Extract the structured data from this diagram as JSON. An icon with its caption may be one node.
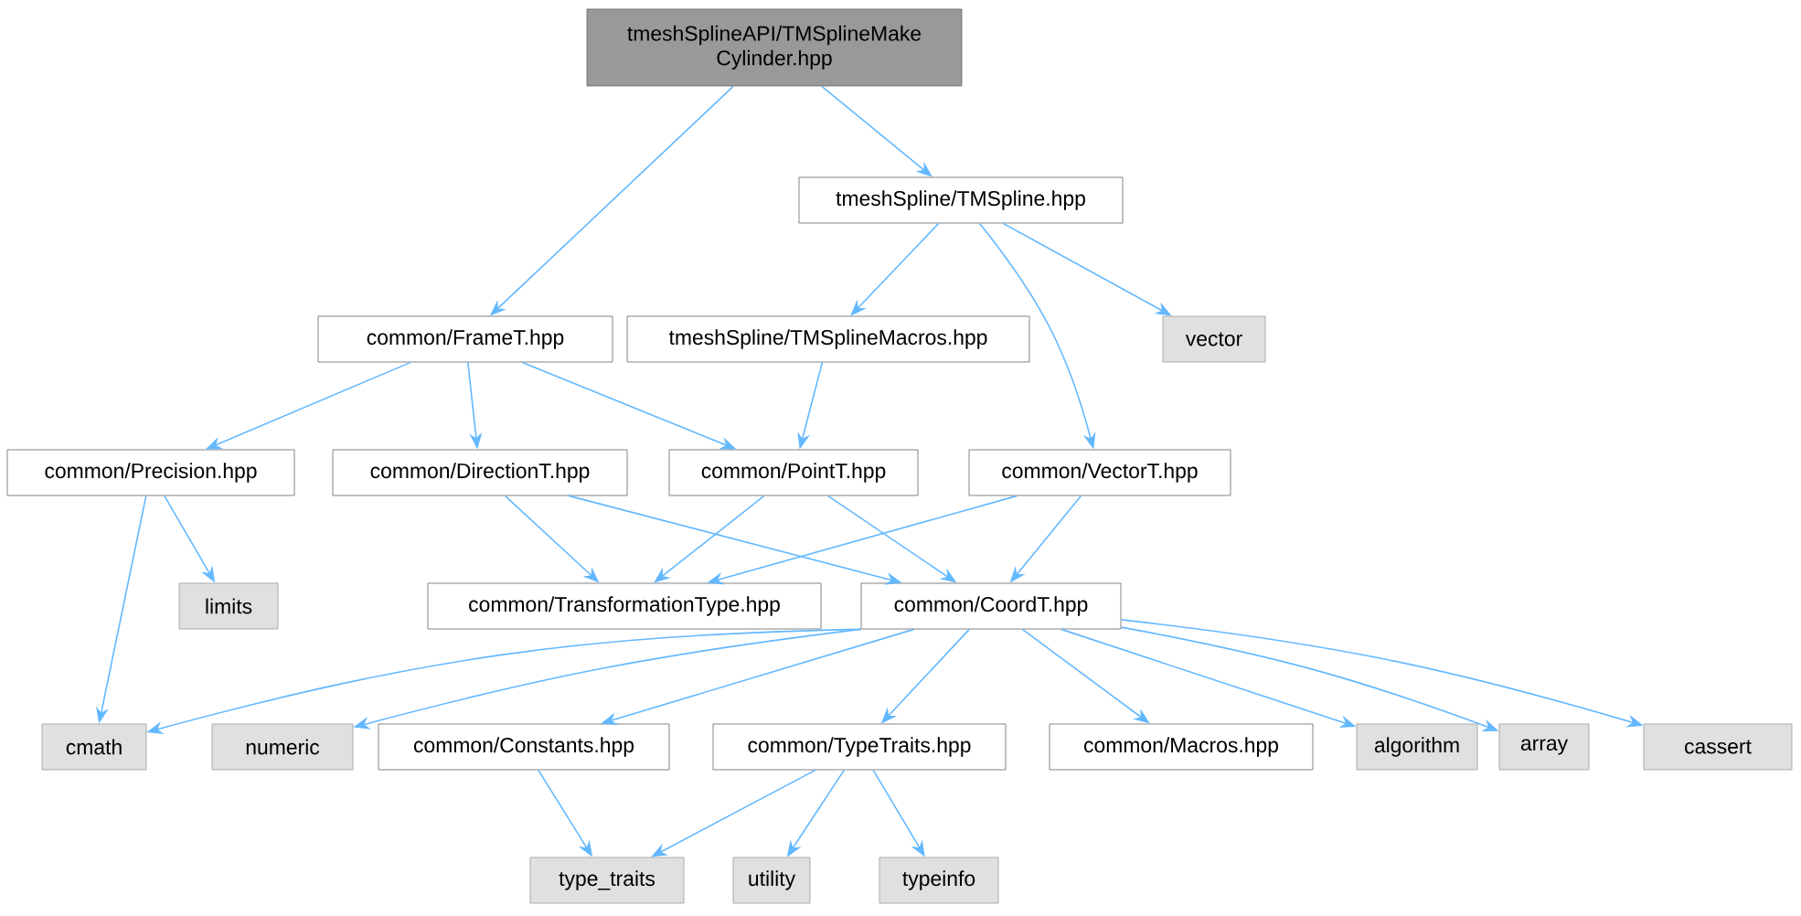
{
  "diagram": {
    "nodes": [
      {
        "text": [
          "tmeshSplineAPI/TMSplineMake Cylinder.hpp"
        ]
      },
      {
        "text": [
          "tmeshSpline/TMSpline.hpp"
        ]
      },
      {
        "text": [
          "common/FrameT.hpp"
        ]
      },
      {
        "text": [
          "tmeshSpline/TMSplineMacros.hpp"
        ]
      },
      {
        "text": [
          "vector"
        ]
      },
      {
        "text": [
          "common/Precision.hpp"
        ]
      },
      {
        "text": [
          "common/DirectionT.hpp"
        ]
      },
      {
        "text": [
          "common/PointT.hpp"
        ]
      },
      {
        "text": [
          "common/VectorT.hpp"
        ]
      },
      {
        "text": [
          "limits"
        ]
      },
      {
        "text": [
          "common/TransformationType.hpp"
        ]
      },
      {
        "text": [
          "common/CoordT.hpp"
        ]
      },
      {
        "text": [
          "cmath"
        ]
      },
      {
        "text": [
          "numeric"
        ]
      },
      {
        "text": [
          "common/Constants.hpp"
        ]
      },
      {
        "text": [
          "common/TypeTraits.hpp"
        ]
      },
      {
        "text": [
          "common/Macros.hpp"
        ]
      },
      {
        "text": [
          "algorithm"
        ]
      },
      {
        "text": [
          "array"
        ]
      },
      {
        "text": [
          "cassert"
        ]
      },
      {
        "text": [
          "type_traits"
        ]
      },
      {
        "text": [
          "utility"
        ]
      },
      {
        "text": [
          "typeinfo"
        ]
      }
    ],
    "edges": [
      {
        "from": 0,
        "to": 2,
        "arrow": "to"
      },
      {
        "from": 0,
        "to": 1,
        "arrow": "to"
      },
      {
        "from": 1,
        "to": 3,
        "arrow": "to"
      },
      {
        "from": 1,
        "to": 4,
        "arrow": "to"
      },
      {
        "from": 1,
        "to": 8,
        "arrow": "to"
      },
      {
        "from": 2,
        "to": 5,
        "arrow": "to"
      },
      {
        "from": 2,
        "to": 6,
        "arrow": "to"
      },
      {
        "from": 2,
        "to": 7,
        "arrow": "to"
      },
      {
        "from": 3,
        "to": 7,
        "arrow": "to"
      },
      {
        "from": 5,
        "to": 9,
        "arrow": "to"
      },
      {
        "from": 5,
        "to": 12,
        "arrow": "to"
      },
      {
        "from": 6,
        "to": 10,
        "arrow": "to"
      },
      {
        "from": 6,
        "to": 11,
        "arrow": "to"
      },
      {
        "from": 7,
        "to": 10,
        "arrow": "to"
      },
      {
        "from": 7,
        "to": 11,
        "arrow": "to"
      },
      {
        "from": 8,
        "to": 10,
        "arrow": "to"
      },
      {
        "from": 8,
        "to": 11,
        "arrow": "to"
      },
      {
        "from": 11,
        "to": 12,
        "arrow": "to"
      },
      {
        "from": 11,
        "to": 13,
        "arrow": "to"
      },
      {
        "from": 11,
        "to": 14,
        "arrow": "to"
      },
      {
        "from": 11,
        "to": 15,
        "arrow": "to"
      },
      {
        "from": 11,
        "to": 16,
        "arrow": "to"
      },
      {
        "from": 11,
        "to": 17,
        "arrow": "to"
      },
      {
        "from": 11,
        "to": 18,
        "arrow": "to"
      },
      {
        "from": 11,
        "to": 19,
        "arrow": "to"
      },
      {
        "from": 14,
        "to": 20,
        "arrow": "to"
      },
      {
        "from": 15,
        "to": 20,
        "arrow": "to"
      },
      {
        "from": 15,
        "to": 21,
        "arrow": "to"
      },
      {
        "from": 15,
        "to": 22,
        "arrow": "to"
      }
    ]
  }
}
